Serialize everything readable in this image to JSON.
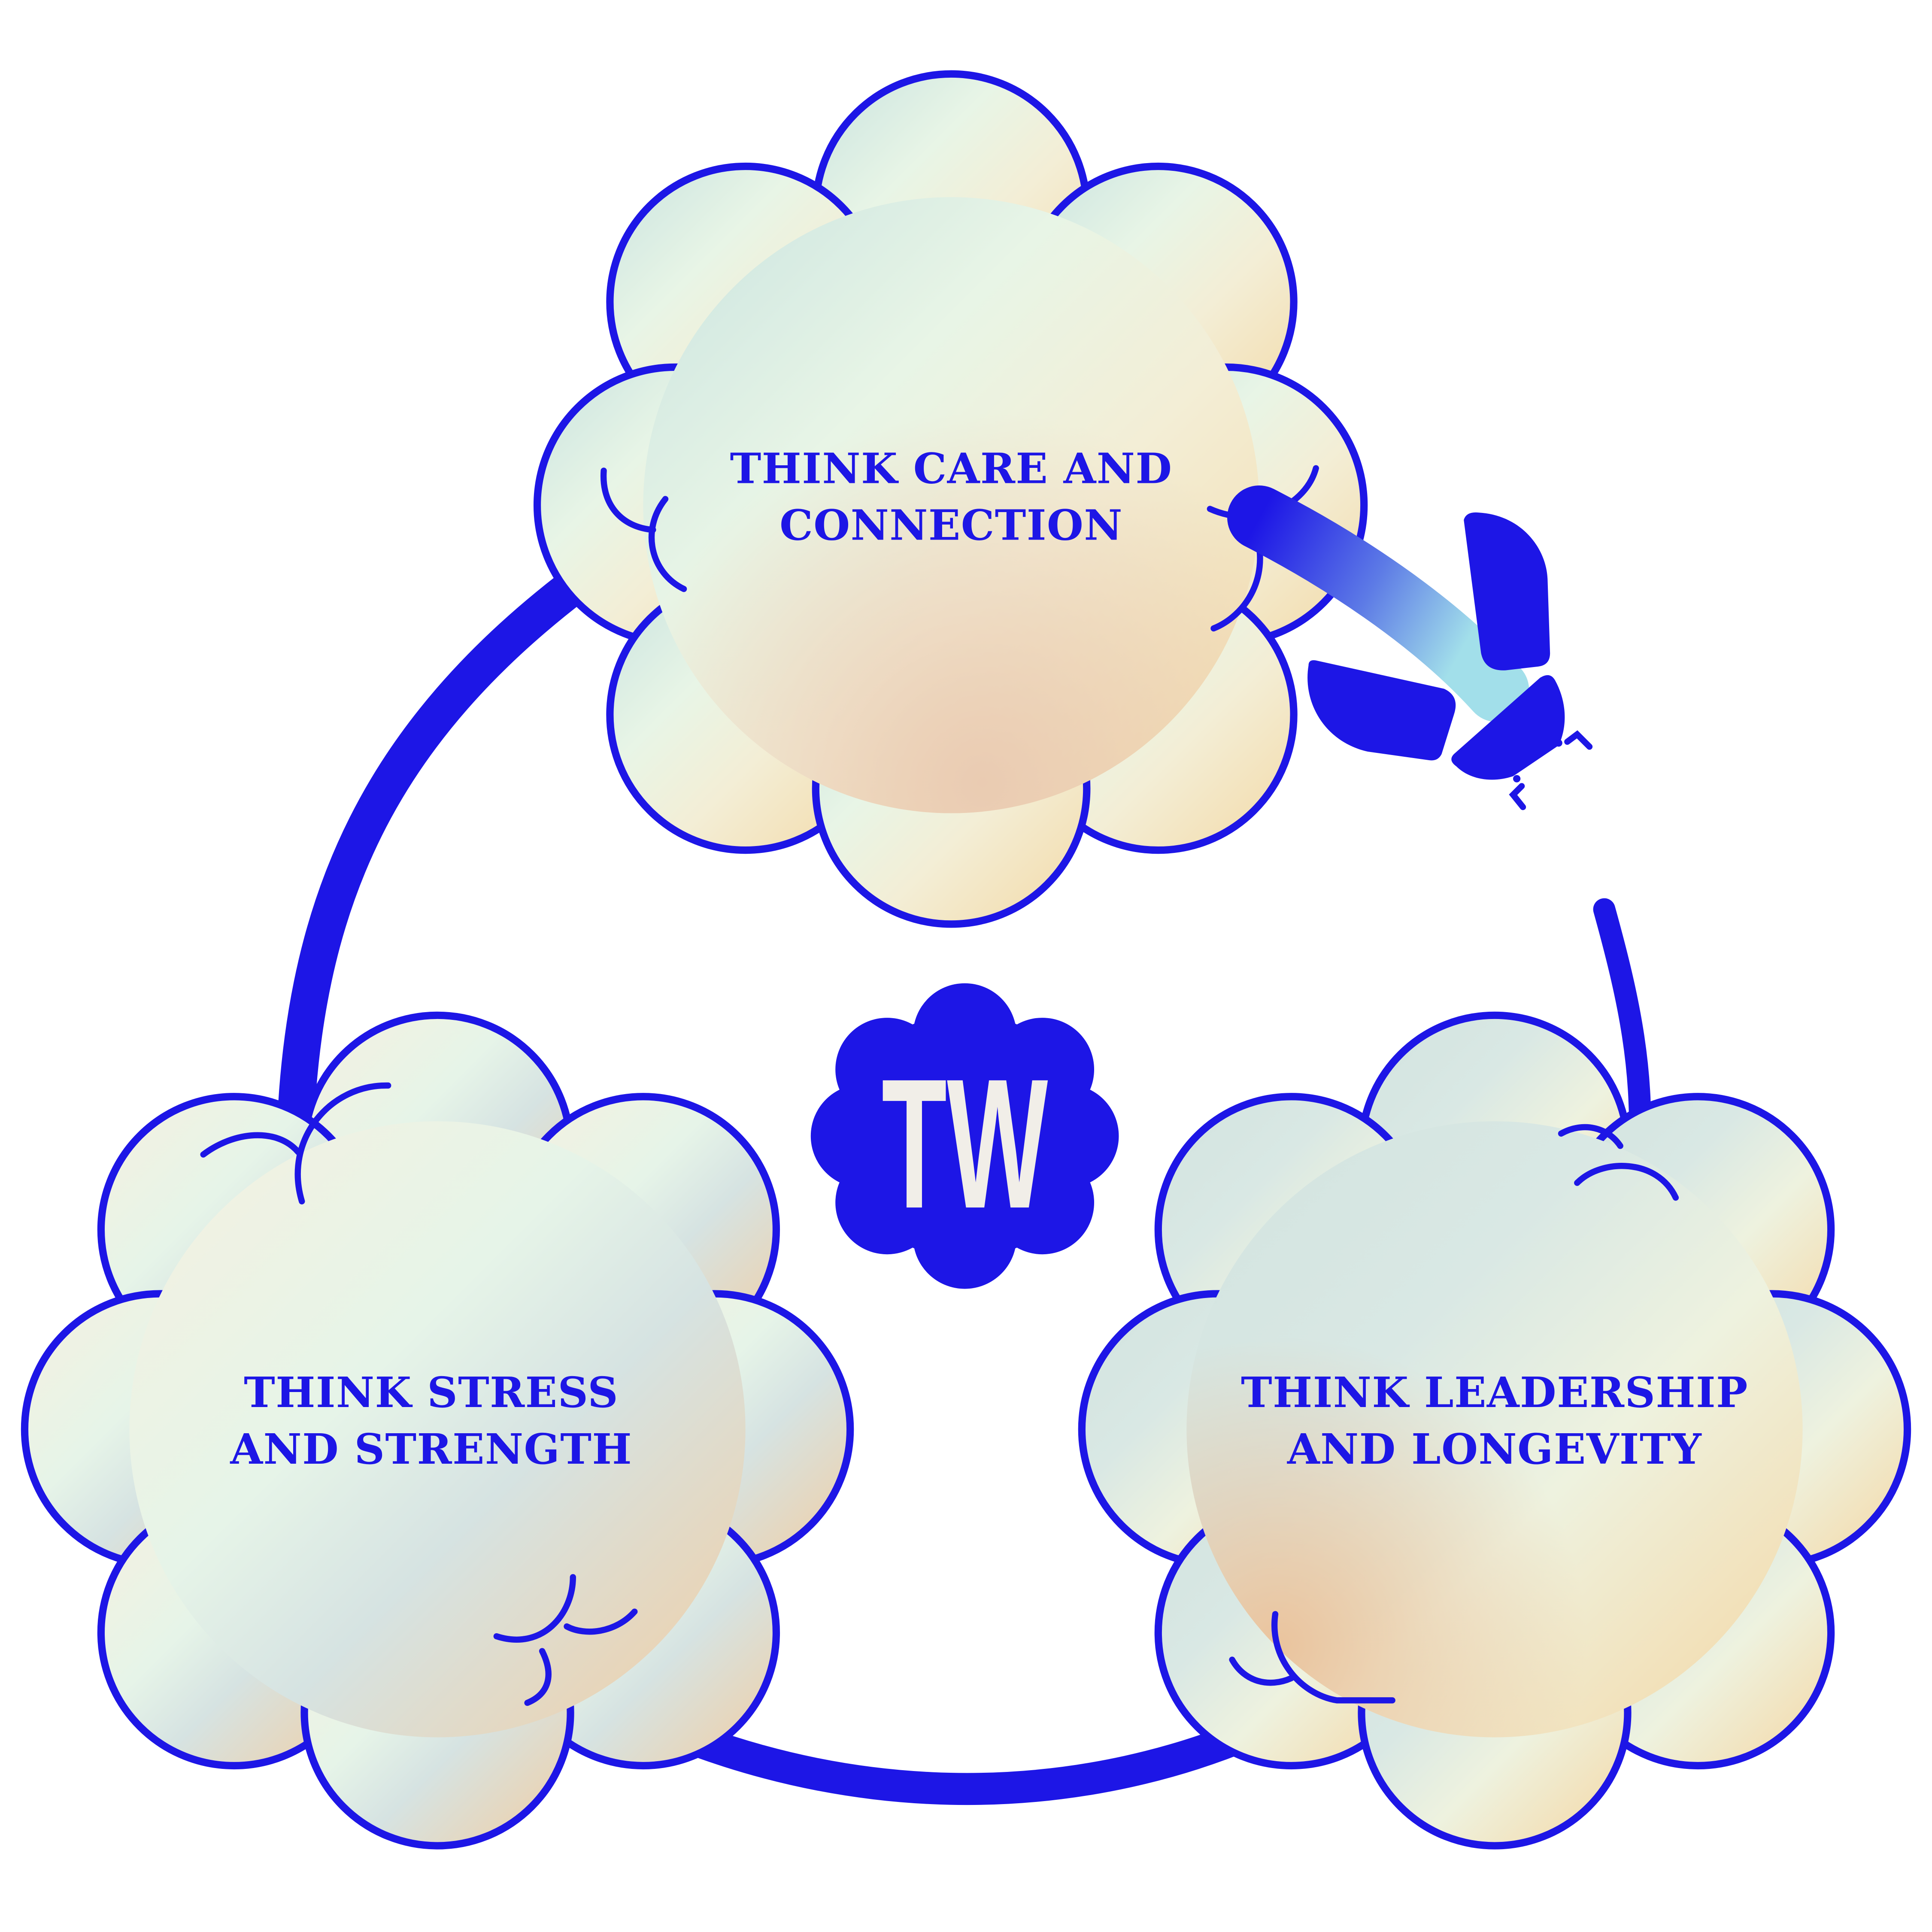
{
  "diagram": {
    "type": "cycle",
    "nodes": [
      {
        "id": "care",
        "label_lines": [
          "THINK CARE AND",
          "CONNECTION"
        ]
      },
      {
        "id": "leadership",
        "label_lines": [
          "THINK LEADERSHIP",
          "AND LONGEVITY"
        ]
      },
      {
        "id": "stress",
        "label_lines": [
          "THINK STRESS",
          "AND STRENGTH"
        ]
      }
    ],
    "center_logo": {
      "text": "TW",
      "icon": "flower-badge-icon"
    },
    "edges": [
      {
        "from": "care",
        "to": "leadership",
        "style": "broken-arrow"
      },
      {
        "from": "leadership",
        "to": "stress",
        "style": "arrow"
      },
      {
        "from": "stress",
        "to": "care",
        "style": "arrow"
      }
    ]
  },
  "colors": {
    "brand_blue": "#1d16e6",
    "logo_text": "#f1eee8",
    "background": "#ffffff"
  }
}
